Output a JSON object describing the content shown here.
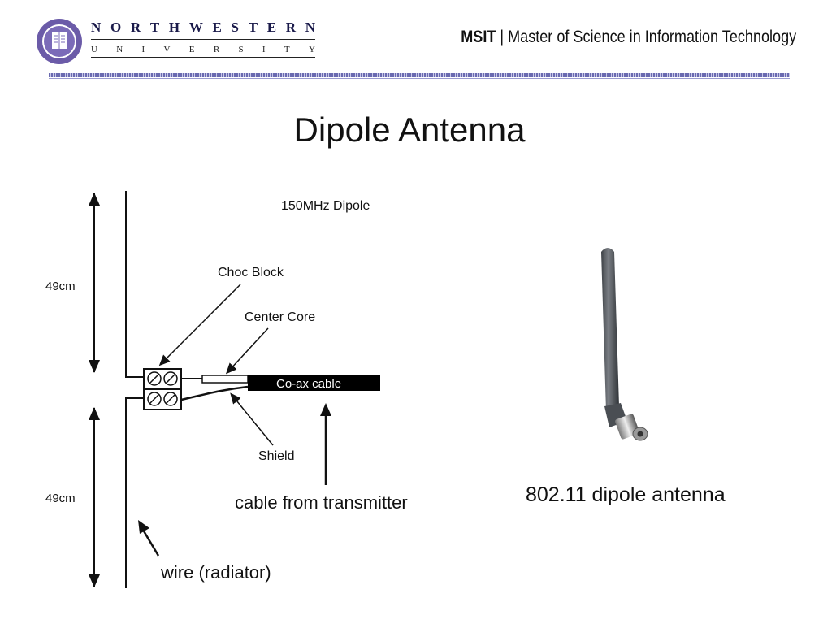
{
  "header": {
    "university_name": [
      "N",
      "O",
      "R",
      "T",
      "H",
      "W",
      "E",
      "S",
      "T",
      "E",
      "R",
      "N"
    ],
    "university_sub": [
      "U",
      "N",
      "I",
      "V",
      "E",
      "R",
      "S",
      "I",
      "T",
      "Y"
    ],
    "program_abbr": "MSIT",
    "separator": "|",
    "program_name": "Master of Science in Information Technology"
  },
  "slide": {
    "title": "Dipole Antenna"
  },
  "diagram": {
    "title": "150MHz Dipole",
    "length_top": "49cm",
    "length_bottom": "49cm",
    "label_choc_block": "Choc Block",
    "label_center_core": "Center Core",
    "label_coax": "Co-ax cable",
    "label_shield": "Shield"
  },
  "captions": {
    "antenna_photo": "802.11 dipole antenna",
    "cable": "cable from transmitter",
    "wire": "wire (radiator)"
  },
  "colors": {
    "header_bar": "#6a6ab0",
    "seal_purple": "#5a4a9a",
    "antenna_body": "#5e6268"
  }
}
